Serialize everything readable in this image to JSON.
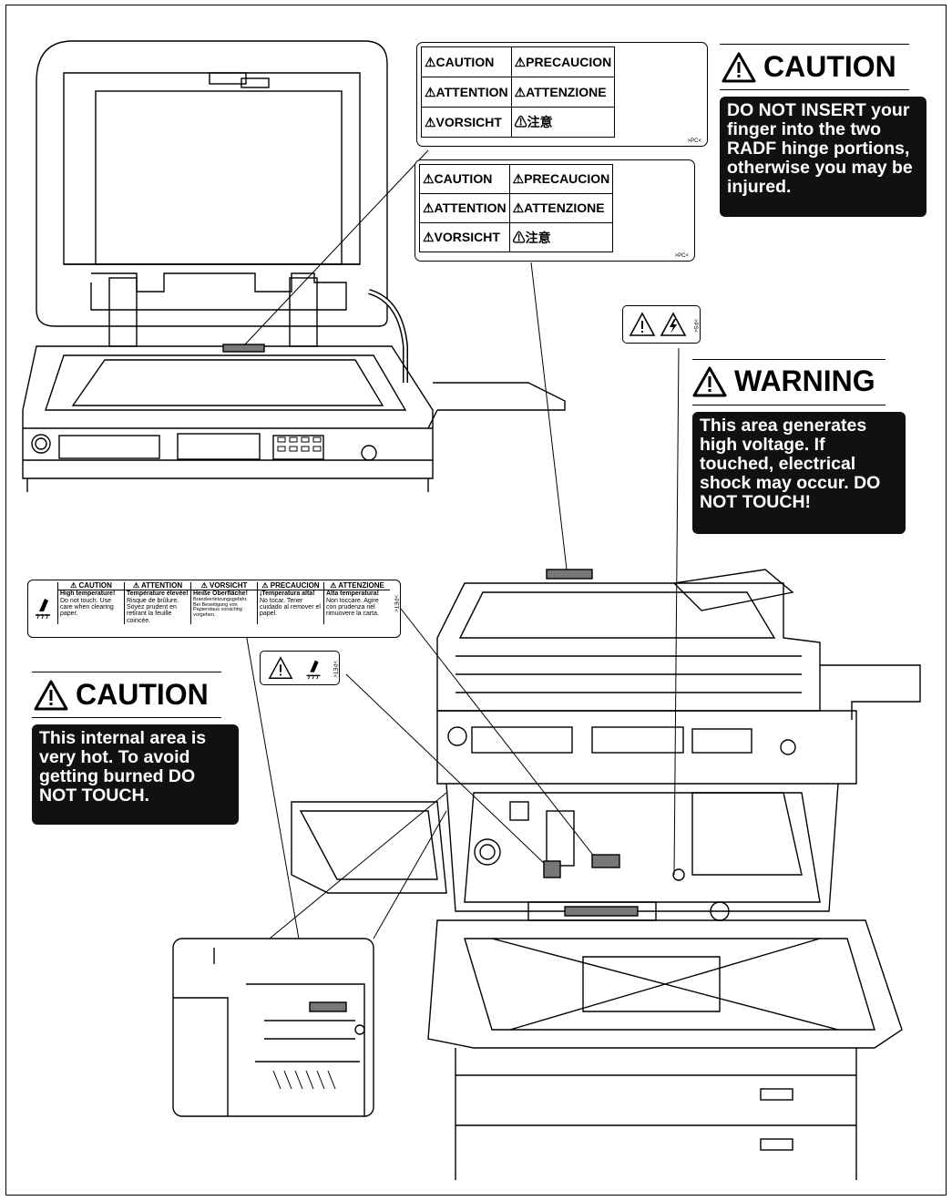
{
  "hinge_label_top": {
    "rows": [
      [
        "⚠CAUTION",
        "⚠PRECAUCION"
      ],
      [
        "⚠ATTENTION",
        "⚠ATTENZIONE"
      ],
      [
        "⚠VORSICHT",
        "⚠注意"
      ]
    ],
    "code": ">PC<"
  },
  "hinge_label_bottom": {
    "rows": [
      [
        "⚠CAUTION",
        "⚠PRECAUCION"
      ],
      [
        "⚠ATTENTION",
        "⚠ATTENZIONE"
      ],
      [
        "⚠VORSICHT",
        "⚠注意"
      ]
    ],
    "code": ">PC<"
  },
  "caution_hinge": {
    "heading": "CAUTION",
    "message": "DO NOT INSERT your finger into the two RADF hinge portions, otherwise you may be injured."
  },
  "voltage_label": {
    "code": ">PS<"
  },
  "warning_voltage": {
    "heading": "WARNING",
    "message": "This area generates high voltage.  If touched, electrical shock may occur. DO NOT TOUCH!"
  },
  "heat_label": {
    "headers": [
      "⚠ CAUTION",
      "⚠ ATTENTION",
      "⚠ VORSICHT",
      "⚠ PRECAUCION",
      "⚠ ATTENZIONE"
    ],
    "subheads": [
      "High temperature!",
      "Température élevée!",
      "Heiße Oberfläche!",
      "¡Temperatura alta!",
      "Alta temperatura!"
    ],
    "bodies": [
      "Do not touch. Use care when clearing paper.",
      "Risque de brûlure. Soyez prudent en retirant la feuille coincée.",
      "Brandverletzungsgefahr. Bei Beseitigung von Papierstaus vorsichtig vorgehen.",
      "No tocar. Tener cuidado al remover el papel.",
      "Non toccare. Agire con prudenza nel rimuovere la carta."
    ],
    "code": ">PET<"
  },
  "small_heat_label": {
    "code": ">PET<"
  },
  "caution_heat": {
    "heading": "CAUTION",
    "message": "This internal area is very hot. To avoid getting burned DO NOT TOUCH."
  }
}
